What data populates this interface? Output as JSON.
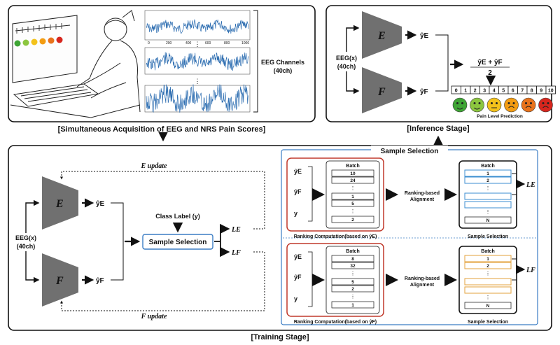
{
  "acquisition": {
    "caption": "[Simultaneous Acquisition of EEG and NRS Pain Scores]",
    "channels_label_1": "EEG Channels",
    "channels_label_2": "(40ch)",
    "dots": "⋮",
    "plot_ticks": [
      "0",
      "200",
      "400",
      "600",
      "800",
      "1000"
    ]
  },
  "inference": {
    "caption": "[Inference Stage]",
    "input_label_1": "EEG(x)",
    "input_label_2": "(40ch)",
    "model_e": "E",
    "model_f": "F",
    "out_e": "ŷE",
    "out_f": "ŷF",
    "avg_num": "ŷE + ŷF",
    "avg_den": "2",
    "scale": [
      "0",
      "1",
      "2",
      "3",
      "4",
      "5",
      "6",
      "7",
      "8",
      "9",
      "10"
    ],
    "scale_label": "Pain Level Prediction",
    "colors": [
      "#3fa535",
      "#8cc63f",
      "#f3c21b",
      "#f39c12",
      "#e8731c",
      "#d7261e"
    ]
  },
  "training": {
    "caption": "[Training Stage]",
    "e_update": "E update",
    "f_update": "F update",
    "input_label_1": "EEG(x)",
    "input_label_2": "(40ch)",
    "model_e": "E",
    "model_f": "F",
    "out_e": "ŷE",
    "out_f": "ŷF",
    "class_label": "Class Label (y)",
    "sample_selection": "Sample Selection",
    "loss_e": "LE",
    "loss_f": "LF"
  },
  "sample_selection": {
    "title": "Sample Selection",
    "batch": "Batch",
    "rows_label": [
      "ŷE",
      "ŷF",
      "y"
    ],
    "top": {
      "values": [
        "10",
        "24",
        "⋮",
        "1",
        "5",
        "⋮",
        "2"
      ],
      "ranking": "Ranking Computation(based on ŷE)",
      "align_1": "Ranking-based",
      "align_2": "Alignment",
      "selected": [
        "1",
        "2",
        "⋮",
        "⋮",
        "N"
      ],
      "sel_caption": "Sample Selection",
      "loss": "LE",
      "accent": "#3b8ed0"
    },
    "bottom": {
      "values": [
        "8",
        "32",
        "⋮",
        "5",
        "2",
        "⋮",
        "1"
      ],
      "ranking": "Ranking Computation(based on ŷF)",
      "align_1": "Ranking-based",
      "align_2": "Alignment",
      "selected": [
        "1",
        "2",
        "⋮",
        "⋮",
        "N"
      ],
      "sel_caption": "Sample Selection",
      "loss": "LF",
      "accent": "#e3a23b"
    }
  }
}
